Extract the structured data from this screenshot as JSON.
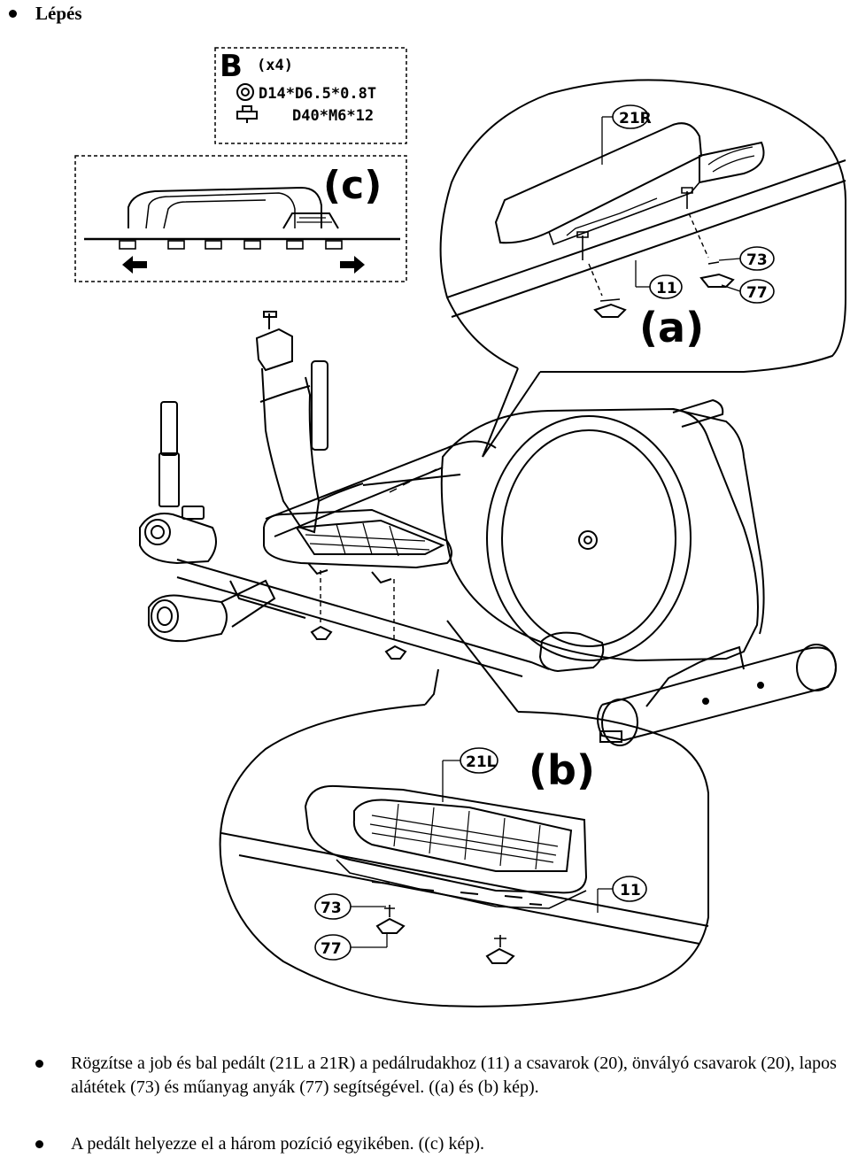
{
  "heading": "Lépés",
  "figure": {
    "box_b": {
      "letter": "B",
      "qty": "(x4)",
      "washer": "D14*D6.5*0.8T",
      "bolt": "D40*M6*12"
    },
    "label_a": "(a)",
    "label_b": "(b)",
    "label_c": "(c)",
    "callouts": {
      "c21R": "21R",
      "c73a": "73",
      "c77a": "77",
      "c11a": "11",
      "c21L": "21L",
      "c11b": "11",
      "c73b": "73",
      "c77b": "77"
    }
  },
  "paragraphs": [
    "Rögzítse a job és bal pedált (21L a 21R) a pedálrudakhoz (11) a csavarok (20), önvályó csavarok (20), lapos alátétek (73) és műanyag anyák (77) segítségével. ((a) és (b) kép).",
    "A pedált helyezze el a három pozíció egyikében. ((c) kép)."
  ]
}
